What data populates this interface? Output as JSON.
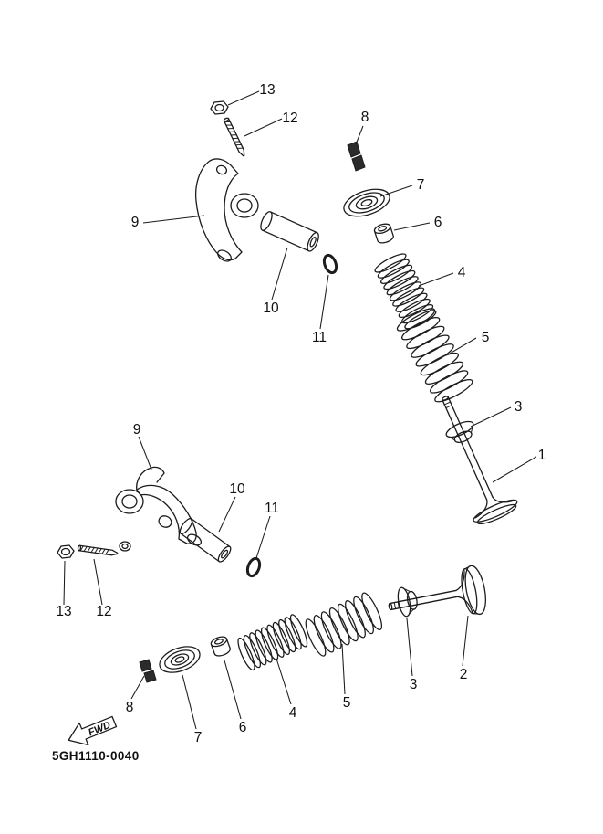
{
  "diagram": {
    "code": "5GH1110-0040",
    "fwd_label": "FWD",
    "callouts": [
      {
        "id": "13-top",
        "label": "13"
      },
      {
        "id": "12-top",
        "label": "12"
      },
      {
        "id": "8-top",
        "label": "8"
      },
      {
        "id": "7-top",
        "label": "7"
      },
      {
        "id": "9-top",
        "label": "9"
      },
      {
        "id": "6-top",
        "label": "6"
      },
      {
        "id": "4-top",
        "label": "4"
      },
      {
        "id": "10-top",
        "label": "10"
      },
      {
        "id": "11-top",
        "label": "11"
      },
      {
        "id": "5-top",
        "label": "5"
      },
      {
        "id": "3-top",
        "label": "3"
      },
      {
        "id": "1",
        "label": "1"
      },
      {
        "id": "9-bottom",
        "label": "9"
      },
      {
        "id": "10-bottom",
        "label": "10"
      },
      {
        "id": "11-bottom",
        "label": "11"
      },
      {
        "id": "13-bottom",
        "label": "13"
      },
      {
        "id": "12-bottom",
        "label": "12"
      },
      {
        "id": "2",
        "label": "2"
      },
      {
        "id": "3-bottom",
        "label": "3"
      },
      {
        "id": "5-bottom",
        "label": "5"
      },
      {
        "id": "4-bottom",
        "label": "4"
      },
      {
        "id": "6-bottom",
        "label": "6"
      },
      {
        "id": "7-bottom",
        "label": "7"
      },
      {
        "id": "8-bottom",
        "label": "8"
      }
    ]
  }
}
